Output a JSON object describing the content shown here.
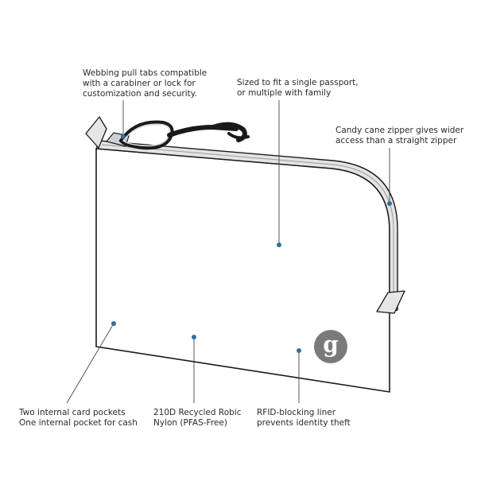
{
  "brand": {
    "logo_glyph": "g",
    "logo_color": "#7a7a7a"
  },
  "colors": {
    "outline": "#1a1a1a",
    "leader": "#444444",
    "dot": "#2e6f9e",
    "zipper_fill": "#e4e4e4"
  },
  "callouts": {
    "webbing": [
      "Webbing pull tabs compatible",
      "with a carabiner or lock for",
      "customization and security."
    ],
    "passport": [
      "Sized to fit a single passport,",
      "or multiple with family"
    ],
    "zipper": [
      "Candy cane zipper gives wider",
      "access than a straight zipper"
    ],
    "pockets": [
      "Two internal card pockets",
      "One internal pocket for cash"
    ],
    "nylon": [
      "210D Recycled Robic",
      "Nylon (PFAS-Free)"
    ],
    "rfid": [
      "RFID-blocking liner",
      "prevents identity theft"
    ]
  }
}
